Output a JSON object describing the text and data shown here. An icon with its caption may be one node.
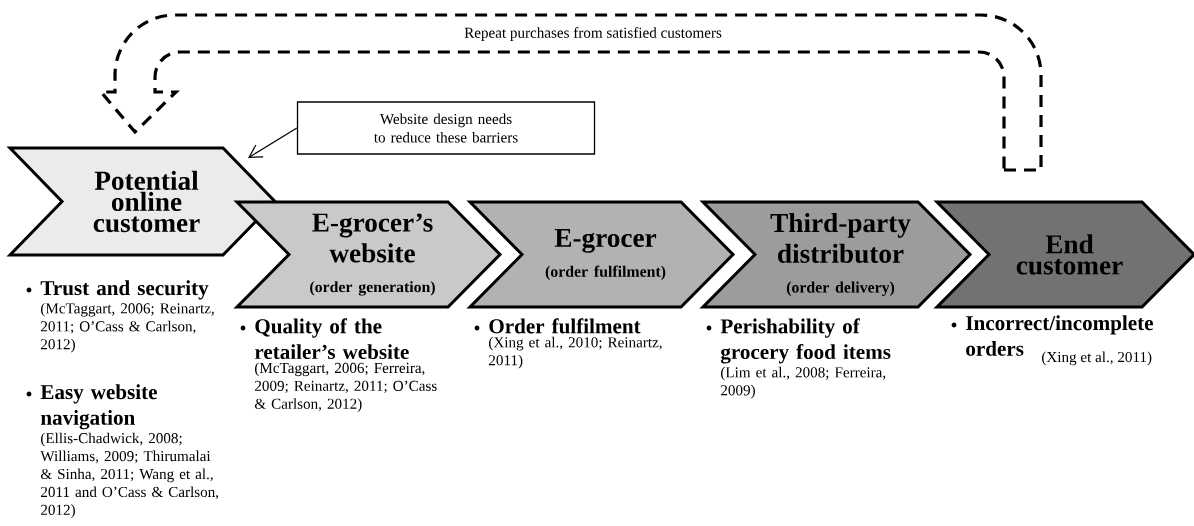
{
  "diagram": {
    "nodes": [
      {
        "text": [
          "Potential online customer"
        ],
        "beside": [
          "Trust and security",
          "(McTaggart, 2006; Reinartz, 2011; O’Cass & Carlson, 2012)",
          "Easy website navigation",
          "(Ellis-Chadwick, 2008; Williams, 2009; Thirumalai & Sinha, 2011; Wang et al., 2011 and O’Cass & Carlson, 2012)"
        ]
      },
      {
        "text": [
          "E-grocer’s website",
          "(order generation)"
        ],
        "beside": [
          "Quality of the retailer’s website",
          "(McTaggart, 2006; Ferreira, 2009; Reinartz, 2011; O’Cass & Carlson, 2012)"
        ]
      },
      {
        "text": [
          "E-grocer",
          "(order fulfilment)"
        ],
        "beside": [
          "Order fulfilment",
          "(Xing et al., 2010; Reinartz, 2011)"
        ]
      },
      {
        "text": [
          "Third-party distributor",
          "(order delivery)"
        ],
        "beside": [
          "Perishability of grocery food items",
          "(Lim et al., 2008; Ferreira, 2009)"
        ]
      },
      {
        "text": [
          "End customer"
        ],
        "beside": [
          "Incorrect/incomplete orders",
          "(Xing et al., 2011)"
        ]
      },
      {
        "text": [
          "Website design needs to reduce these barriers"
        ]
      }
    ],
    "edges": [
      {
        "from": 4,
        "to": 0,
        "arrow": "to",
        "style": "dashed",
        "label": "Repeat purchases from satisfied customers"
      },
      {
        "from": 5,
        "to": 0,
        "arrow": "to"
      }
    ]
  }
}
